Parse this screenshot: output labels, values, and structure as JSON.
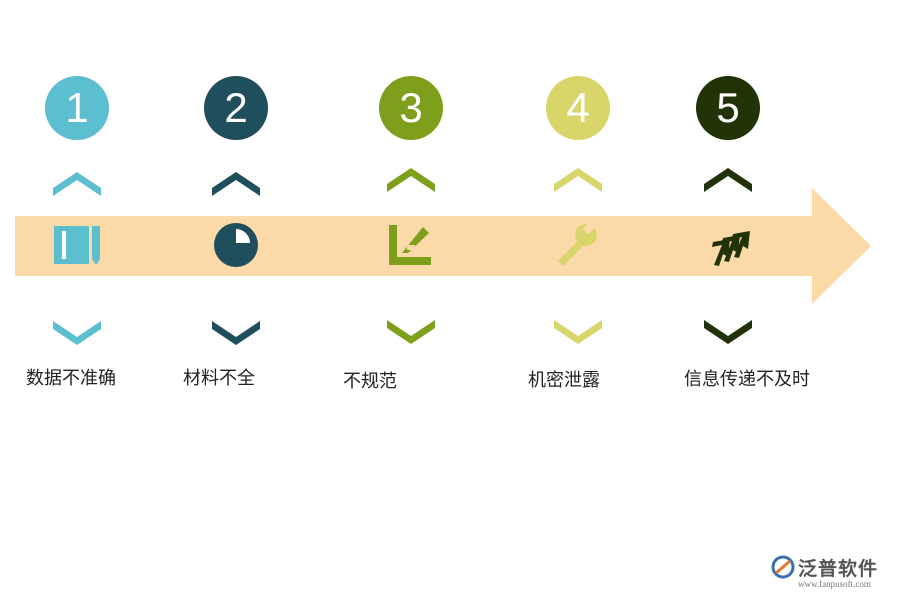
{
  "steps": [
    {
      "number": "1",
      "label": "数据不准确",
      "color": "#5bbfcf",
      "icon": "bookmark-icon"
    },
    {
      "number": "2",
      "label": "材料不全",
      "color": "#1f4e5c",
      "icon": "pie-chart-icon"
    },
    {
      "number": "3",
      "label": "不规范",
      "color": "#7e9f1c",
      "icon": "edit-ruler-icon"
    },
    {
      "number": "4",
      "label": "机密泄露",
      "color": "#d8d66a",
      "icon": "wrench-icon"
    },
    {
      "number": "5",
      "label": "信息传递不及时",
      "color": "#223307",
      "icon": "fast-forward-icon"
    }
  ],
  "arrow_color": "#fbd9a8",
  "logo": {
    "name": "泛普软件",
    "url": "www.fanpusoft.com"
  }
}
